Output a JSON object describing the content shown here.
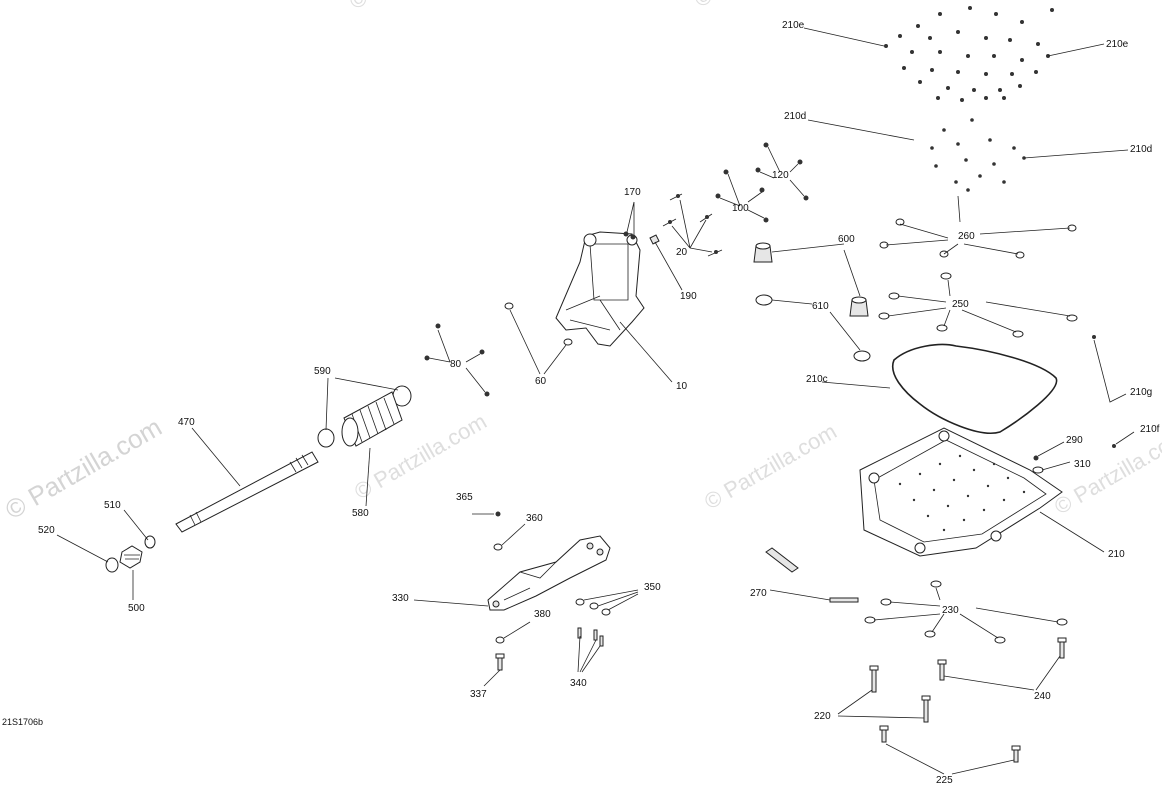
{
  "watermarks": {
    "brand": "© Partzilla.com",
    "faint": "© Partzilla.com"
  },
  "drawing_ref": "21S1706b",
  "callouts": {
    "c10": "10",
    "c20": "20",
    "c60": "60",
    "c80": "80",
    "c100": "100",
    "c120": "120",
    "c170": "170",
    "c190": "190",
    "c210": "210",
    "c210c": "210c",
    "c210d_left": "210d",
    "c210d_right": "210d",
    "c210e_left": "210e",
    "c210e_right": "210e",
    "c210f": "210f",
    "c210g": "210g",
    "c220": "220",
    "c225": "225",
    "c230": "230",
    "c240": "240",
    "c250": "250",
    "c260": "260",
    "c270": "270",
    "c290": "290",
    "c310": "310",
    "c330": "330",
    "c337": "337",
    "c340": "340",
    "c350": "350",
    "c360": "360",
    "c365": "365",
    "c380": "380",
    "c470": "470",
    "c500": "500",
    "c510": "510",
    "c520": "520",
    "c580": "580",
    "c590": "590",
    "c600": "600",
    "c610": "610"
  }
}
